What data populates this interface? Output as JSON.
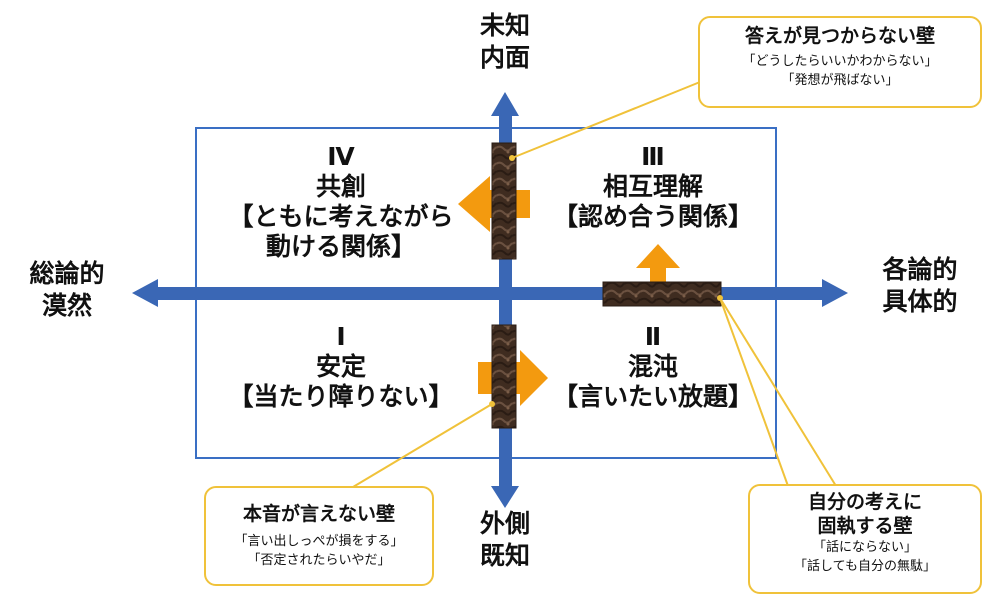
{
  "axes": {
    "top": [
      "未知",
      "内面"
    ],
    "bottom": [
      "外側",
      "既知"
    ],
    "left": [
      "総論的",
      "漠然"
    ],
    "right": [
      "各論的",
      "具体的"
    ]
  },
  "quadrants": {
    "q4": {
      "numeral": "Ⅳ",
      "lines": [
        "共創",
        "【ともに考えながら",
        "動ける関係】"
      ]
    },
    "q3": {
      "numeral": "Ⅲ",
      "lines": [
        "相互理解",
        "【認め合う関係】"
      ]
    },
    "q1": {
      "numeral": "Ⅰ",
      "lines": [
        "安定",
        "【当たり障りない】"
      ]
    },
    "q2": {
      "numeral": "Ⅱ",
      "lines": [
        "混沌",
        "【言いたい放題】"
      ]
    }
  },
  "callouts": {
    "top_right": {
      "title": "答えが見つからない壁",
      "lines": [
        "「どうしたらいいかわからない」",
        "「発想が飛ばない」"
      ]
    },
    "bottom_left": {
      "title": "本音が言えない壁",
      "lines": [
        "「言い出しっぺが損をする」",
        "「否定されたらいやだ」"
      ]
    },
    "bottom_right": {
      "title_lines": [
        "自分の考えに",
        "固執する壁"
      ],
      "lines": [
        "「話にならない」",
        "「話しても自分の無駄」"
      ]
    }
  },
  "colors": {
    "axis": "#3a67b5",
    "box_border": "#3a6fc4",
    "arrow": "#f39a0f",
    "wall": "#4a3426",
    "callout_border": "#f0c23a"
  }
}
